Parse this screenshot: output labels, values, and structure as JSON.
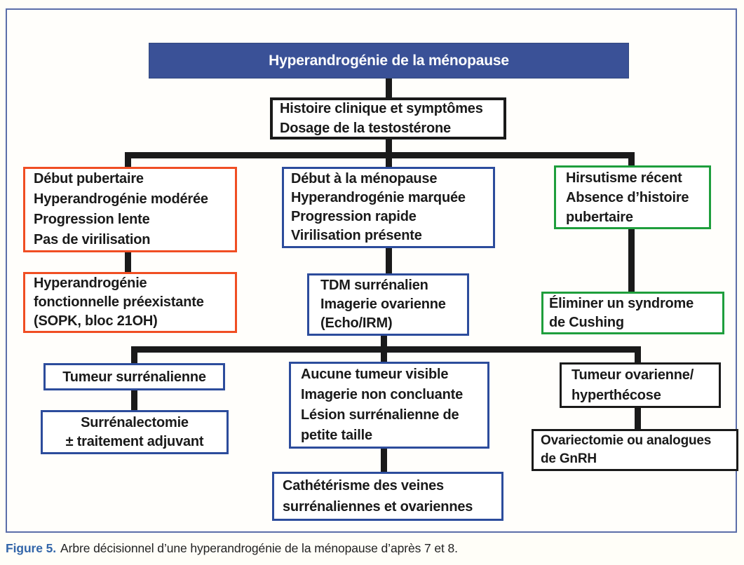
{
  "figure": {
    "caption_label": "Figure 5.",
    "caption_text": "Arbre décisionnel d’une hyperandrogénie de la ménopause d’après 7 et 8."
  },
  "colors": {
    "header_bg": "#3a5197",
    "frame_border": "#5b6ea9",
    "orange_branch": "#f04e23",
    "blue_branch": "#2c4c9c",
    "green_branch": "#1e9e3c",
    "black_branch": "#1a1a1a",
    "caption_label_blue": "#3366a9"
  },
  "flowchart": {
    "title": "Hyperandrogénie de la ménopause",
    "nodes": {
      "assessment": {
        "lines": [
          "Histoire clinique et symptômes",
          "Dosage de la testostérone"
        ]
      },
      "functional_profile": {
        "lines": [
          "Début pubertaire",
          "Hyperandrogénie modérée",
          "Progression lente",
          "Pas de virilisation"
        ]
      },
      "tumoral_profile": {
        "lines": [
          "Début à la ménopause",
          "Hyperandrogénie marquée",
          "Progression rapide",
          "Virilisation présente"
        ]
      },
      "recent_hirsutism": {
        "lines": [
          "Hirsutisme récent",
          "Absence d’histoire",
          "pubertaire"
        ]
      },
      "functional_diagnosis": {
        "lines": [
          "Hyperandrogénie",
          "fonctionnelle préexistante",
          "(SOPK, bloc 21OH)"
        ]
      },
      "imaging": {
        "lines": [
          "TDM surrénalien",
          "Imagerie ovarienne",
          "(Echo/IRM)"
        ]
      },
      "cushing": {
        "lines": [
          "Éliminer un syndrome",
          "de Cushing"
        ]
      },
      "adrenal_tumor": {
        "lines": [
          "Tumeur surrénalienne"
        ]
      },
      "adrenalectomy": {
        "lines": [
          "Surrénalectomie",
          "± traitement adjuvant"
        ]
      },
      "no_visible_tumor": {
        "lines": [
          "Aucune tumeur visible",
          "Imagerie non concluante",
          "Lésion surrénalienne de",
          "petite taille"
        ]
      },
      "vein_catheterism": {
        "lines": [
          "Cathétérisme des veines",
          "surrénaliennes et ovariennes"
        ]
      },
      "ovarian_tumor": {
        "lines": [
          "Tumeur ovarienne/",
          "hyperthécose"
        ]
      },
      "ovariectomy": {
        "lines": [
          "Ovariectomie ou analogues",
          "de GnRH"
        ]
      }
    }
  }
}
